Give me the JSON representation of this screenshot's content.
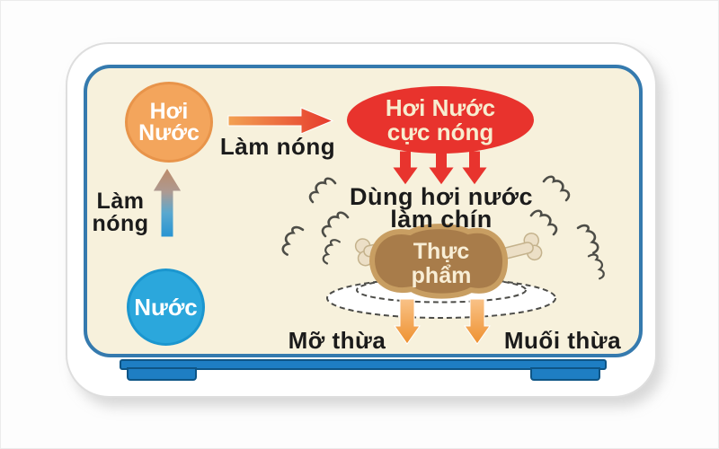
{
  "diagram": {
    "steam_node": {
      "line1": "Hơi",
      "line2": "Nước"
    },
    "heating_arrow_label": "Làm nóng",
    "hot_steam_node": {
      "line1": "Hơi Nước",
      "line2": "cực nóng"
    },
    "cooking_caption": {
      "line1": "Dùng hơi nước",
      "line2": "làm chín"
    },
    "food_node": {
      "line1": "Thực",
      "line2": "phẩm"
    },
    "excess_fat_label": "Mỡ thừa",
    "excess_salt_label": "Muối thừa",
    "heating_up_label": {
      "line1": "Làm",
      "line2": "nóng"
    },
    "water_node": "Nước"
  },
  "colors": {
    "panel_background": "#f7f1dc",
    "panel_border_blue": "#357aae",
    "device_white": "#ffffff",
    "stand_blue": "#1e7ec3",
    "steam_orange": "#f3a55c",
    "hot_steam_red": "#e8332d",
    "water_blue": "#2ba7dc",
    "down_arrow_orange": "#f0a050",
    "meat_brown": "#a87c4a",
    "bone_beige": "#ecdfc6",
    "text_black": "#1b1b1b",
    "text_cream": "#f7edcf"
  }
}
